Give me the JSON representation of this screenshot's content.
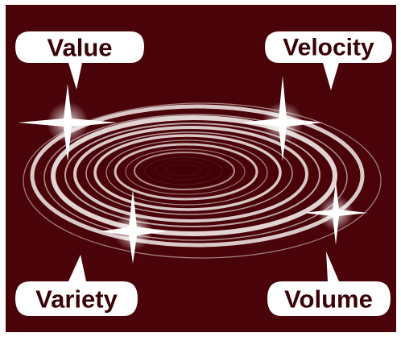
{
  "diagram": {
    "labels": {
      "top_left": "Value",
      "top_right": "Velocity",
      "bottom_left": "Variety",
      "bottom_right": "Volume"
    }
  },
  "colors": {
    "background": "#4a0309",
    "rings": "#f2eceb",
    "bubble_fill": "#ffffff",
    "label_text": "#3a0206"
  },
  "icons": {
    "sparkle": "four-point-star-icon"
  }
}
